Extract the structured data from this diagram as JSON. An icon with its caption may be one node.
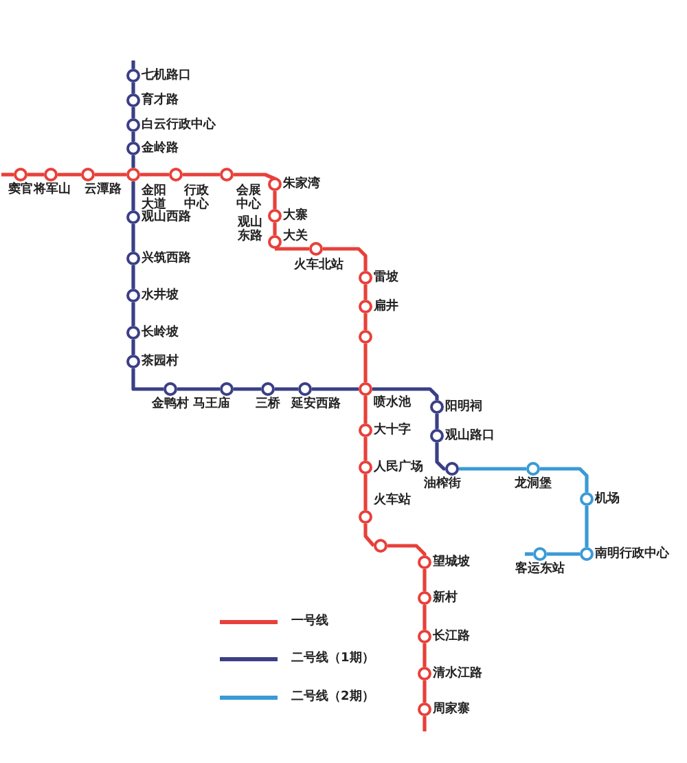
{
  "diagram": {
    "nodes": [
      {
        "text": [],
        "shape": "circle",
        "beside": [
          "窦官"
        ]
      },
      {
        "text": [],
        "shape": "circle",
        "beside": [
          "将军山"
        ]
      },
      {
        "text": [],
        "shape": "circle",
        "beside": [
          "云潭路"
        ]
      },
      {
        "text": [],
        "shape": "circle",
        "beside": [
          "金阳大道"
        ]
      },
      {
        "text": [],
        "shape": "circle",
        "beside": [
          "行政中心"
        ]
      },
      {
        "text": [],
        "shape": "circle",
        "beside": [
          "会展中心"
        ]
      },
      {
        "text": [],
        "shape": "circle",
        "beside": [
          "朱家湾"
        ]
      },
      {
        "text": [],
        "shape": "circle",
        "beside": [
          "大寨"
        ]
      },
      {
        "text": [],
        "shape": "circle",
        "beside": [
          "大关"
        ]
      },
      {
        "text": [],
        "shape": "circle",
        "beside": [
          "火车北站"
        ]
      },
      {
        "text": [],
        "shape": "circle",
        "beside": [
          "雷坡"
        ]
      },
      {
        "text": [],
        "shape": "circle",
        "beside": [
          "扁井"
        ]
      },
      {
        "text": [],
        "shape": "circle"
      },
      {
        "text": [],
        "shape": "circle",
        "beside": [
          "喷水池"
        ]
      },
      {
        "text": [],
        "shape": "circle",
        "beside": [
          "大十字"
        ]
      },
      {
        "text": [],
        "shape": "circle",
        "beside": [
          "人民广场"
        ]
      },
      {
        "text": [],
        "shape": "circle",
        "beside": [
          "火车站"
        ]
      },
      {
        "text": [],
        "shape": "circle"
      },
      {
        "text": [],
        "shape": "circle",
        "beside": [
          "望城坡"
        ]
      },
      {
        "text": [],
        "shape": "circle",
        "beside": [
          "新村"
        ]
      },
      {
        "text": [],
        "shape": "circle",
        "beside": [
          "长江路"
        ]
      },
      {
        "text": [],
        "shape": "circle",
        "beside": [
          "清水江路"
        ]
      },
      {
        "text": [],
        "shape": "circle",
        "beside": [
          "周家寨"
        ]
      },
      {
        "text": [],
        "shape": "circle",
        "beside": [
          "七机路口"
        ]
      },
      {
        "text": [],
        "shape": "circle",
        "beside": [
          "育才路"
        ]
      },
      {
        "text": [],
        "shape": "circle",
        "beside": [
          "白云行政中心"
        ]
      },
      {
        "text": [],
        "shape": "circle",
        "beside": [
          "金岭路"
        ]
      },
      {
        "text": [],
        "shape": "circle",
        "beside": [
          "观山西路"
        ]
      },
      {
        "text": [],
        "shape": "circle",
        "beside": [
          "兴筑西路"
        ]
      },
      {
        "text": [],
        "shape": "circle",
        "beside": [
          "水井坡"
        ]
      },
      {
        "text": [],
        "shape": "circle",
        "beside": [
          "长岭坡"
        ]
      },
      {
        "text": [],
        "shape": "circle",
        "beside": [
          "茶园村"
        ]
      },
      {
        "text": [],
        "shape": "circle",
        "beside": [
          "金鸭村"
        ]
      },
      {
        "text": [],
        "shape": "circle",
        "beside": [
          "马王庙"
        ]
      },
      {
        "text": [],
        "shape": "circle",
        "beside": [
          "三桥"
        ]
      },
      {
        "text": [],
        "shape": "circle",
        "beside": [
          "延安西路"
        ]
      },
      {
        "text": [],
        "shape": "circle",
        "beside": [
          "阳明祠"
        ]
      },
      {
        "text": [],
        "shape": "circle",
        "beside": [
          "观山路口"
        ]
      },
      {
        "text": [],
        "shape": "circle",
        "beside": [
          "油榨街"
        ]
      },
      {
        "text": [],
        "shape": "circle",
        "beside": [
          "龙洞堡"
        ]
      },
      {
        "text": [],
        "shape": "circle",
        "beside": [
          "机场"
        ]
      },
      {
        "text": [],
        "shape": "circle",
        "beside": [
          "南明行政中心"
        ]
      },
      {
        "text": [],
        "shape": "circle",
        "beside": [
          "客运东站"
        ]
      }
    ],
    "edges": [
      {
        "from": null,
        "to": 0,
        "arrow": "none"
      },
      {
        "from": 0,
        "to": 1,
        "arrow": "none"
      },
      {
        "from": 1,
        "to": 2,
        "arrow": "none"
      },
      {
        "from": 2,
        "to": 3,
        "arrow": "none"
      },
      {
        "from": 3,
        "to": 4,
        "arrow": "none"
      },
      {
        "from": 4,
        "to": 5,
        "arrow": "none"
      },
      {
        "from": 5,
        "to": 6,
        "arrow": "none"
      },
      {
        "from": 6,
        "to": 7,
        "arrow": "none"
      },
      {
        "from": 7,
        "to": 8,
        "arrow": "none"
      },
      {
        "from": 8,
        "to": 9,
        "arrow": "none"
      },
      {
        "from": 9,
        "to": 10,
        "arrow": "none"
      },
      {
        "from": 10,
        "to": 11,
        "arrow": "none"
      },
      {
        "from": 11,
        "to": 12,
        "arrow": "none"
      },
      {
        "from": 12,
        "to": 13,
        "arrow": "none"
      },
      {
        "from": 13,
        "to": 14,
        "arrow": "none"
      },
      {
        "from": 14,
        "to": 15,
        "arrow": "none"
      },
      {
        "from": 15,
        "to": 16,
        "arrow": "none"
      },
      {
        "from": 16,
        "to": 17,
        "arrow": "none"
      },
      {
        "from": 17,
        "to": 18,
        "arrow": "none"
      },
      {
        "from": 18,
        "to": 19,
        "arrow": "none"
      },
      {
        "from": 19,
        "to": 20,
        "arrow": "none"
      },
      {
        "from": 20,
        "to": 21,
        "arrow": "none"
      },
      {
        "from": 21,
        "to": 22,
        "arrow": "none"
      },
      {
        "from": 22,
        "to": null,
        "arrow": "none"
      },
      {
        "from": null,
        "to": 23,
        "arrow": "none",
        "color": "#3b3f86"
      },
      {
        "from": 23,
        "to": 24,
        "arrow": "none",
        "color": "#3b3f86"
      },
      {
        "from": 24,
        "to": 25,
        "arrow": "none",
        "color": "#3b3f86"
      },
      {
        "from": 25,
        "to": 26,
        "arrow": "none",
        "color": "#3b3f86"
      },
      {
        "from": 26,
        "to": 3,
        "arrow": "none",
        "color": "#3b3f86"
      },
      {
        "from": 3,
        "to": 27,
        "arrow": "none",
        "color": "#3b3f86"
      },
      {
        "from": 27,
        "to": 28,
        "arrow": "none",
        "color": "#3b3f86"
      },
      {
        "from": 28,
        "to": 29,
        "arrow": "none",
        "color": "#3b3f86"
      },
      {
        "from": 29,
        "to": 30,
        "arrow": "none",
        "color": "#3b3f86"
      },
      {
        "from": 30,
        "to": 31,
        "arrow": "none",
        "color": "#3b3f86"
      },
      {
        "from": 31,
        "to": 32,
        "arrow": "none",
        "color": "#3b3f86"
      },
      {
        "from": 32,
        "to": 33,
        "arrow": "none",
        "color": "#3b3f86"
      },
      {
        "from": 33,
        "to": 34,
        "arrow": "none",
        "color": "#3b3f86"
      },
      {
        "from": 34,
        "to": 35,
        "arrow": "none",
        "color": "#3b3f86"
      },
      {
        "from": 35,
        "to": 13,
        "arrow": "none",
        "color": "#3b3f86"
      },
      {
        "from": 13,
        "to": 36,
        "arrow": "none",
        "color": "#3b3f86"
      },
      {
        "from": 36,
        "to": 37,
        "arrow": "none",
        "color": "#3b3f86"
      },
      {
        "from": 37,
        "to": 38,
        "arrow": "none",
        "color": "#3b3f86"
      },
      {
        "from": 38,
        "to": 39,
        "arrow": "none",
        "color": "#3a9ad6"
      },
      {
        "from": 39,
        "to": 40,
        "arrow": "none",
        "color": "#3a9ad6"
      },
      {
        "from": 40,
        "to": 41,
        "arrow": "none",
        "color": "#3a9ad6"
      },
      {
        "from": 41,
        "to": 42,
        "arrow": "none",
        "color": "#3a9ad6"
      },
      {
        "from": 42,
        "to": null,
        "arrow": "none",
        "color": "#3a9ad6"
      }
    ],
    "labels": [
      "观山东路"
    ],
    "legend": [
      {
        "text": "一号线",
        "color": "#e8403a"
      },
      {
        "text": "二号线（1期）",
        "color": "#3b3f86"
      },
      {
        "text": "二号线（2期）",
        "color": "#3a9ad6"
      }
    ]
  }
}
